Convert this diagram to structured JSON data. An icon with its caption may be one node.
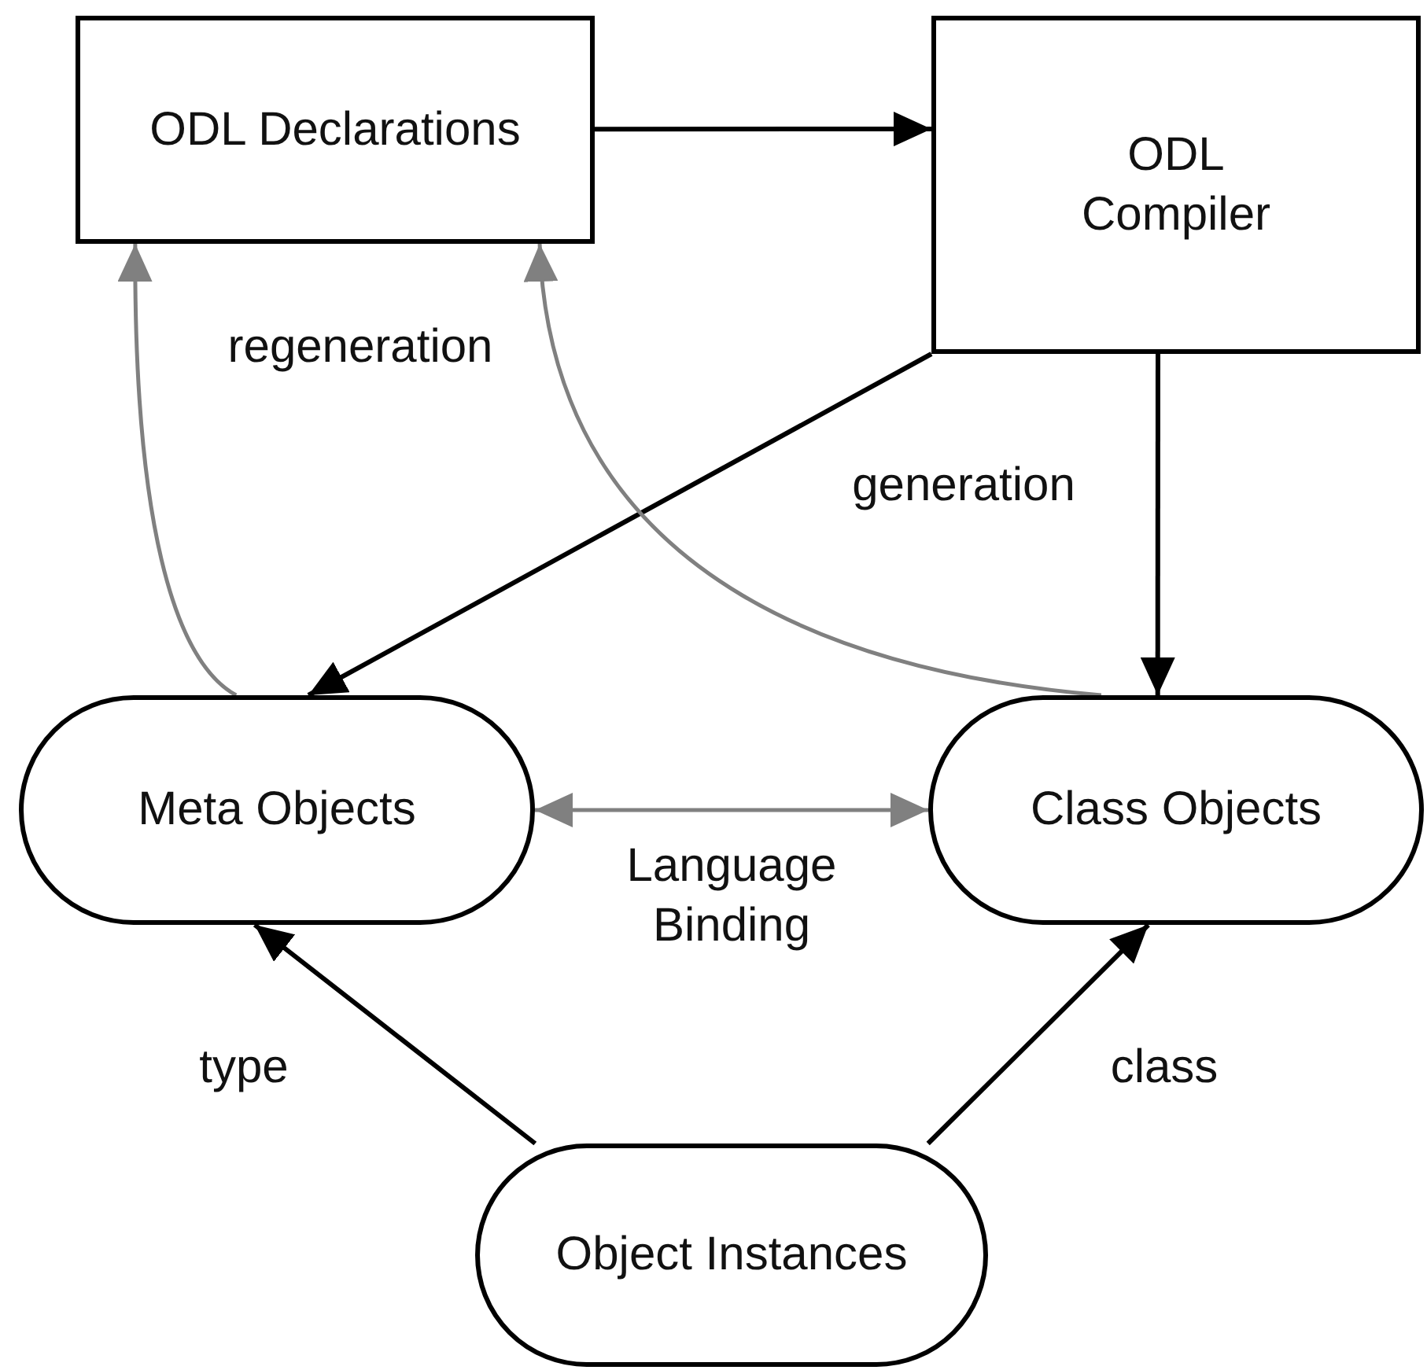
{
  "diagram": {
    "nodes": [
      {
        "text": [
          "ODL Declarations"
        ]
      },
      {
        "text": [
          "ODL Compiler"
        ]
      },
      {
        "text": [
          "Meta Objects"
        ]
      },
      {
        "text": [
          "Class Objects"
        ]
      },
      {
        "text": [
          "Object Instances"
        ]
      }
    ],
    "edges": [
      {
        "from": 0,
        "to": 1,
        "arrow": "to"
      },
      {
        "from": 1,
        "to": 2,
        "arrow": "to"
      },
      {
        "from": 1,
        "to": 3,
        "arrow": "to",
        "label": "generation"
      },
      {
        "from": 2,
        "to": 0,
        "arrow": "to",
        "color": "#808080"
      },
      {
        "from": 3,
        "to": 0,
        "arrow": "to",
        "color": "#808080",
        "label": "regeneration"
      },
      {
        "from": 2,
        "to": 3,
        "arrow": "both",
        "color": "#808080",
        "label": "Language Binding"
      },
      {
        "from": 4,
        "to": 2,
        "arrow": "to",
        "label": "type"
      },
      {
        "from": 4,
        "to": 3,
        "arrow": "to",
        "label": "class"
      }
    ]
  }
}
